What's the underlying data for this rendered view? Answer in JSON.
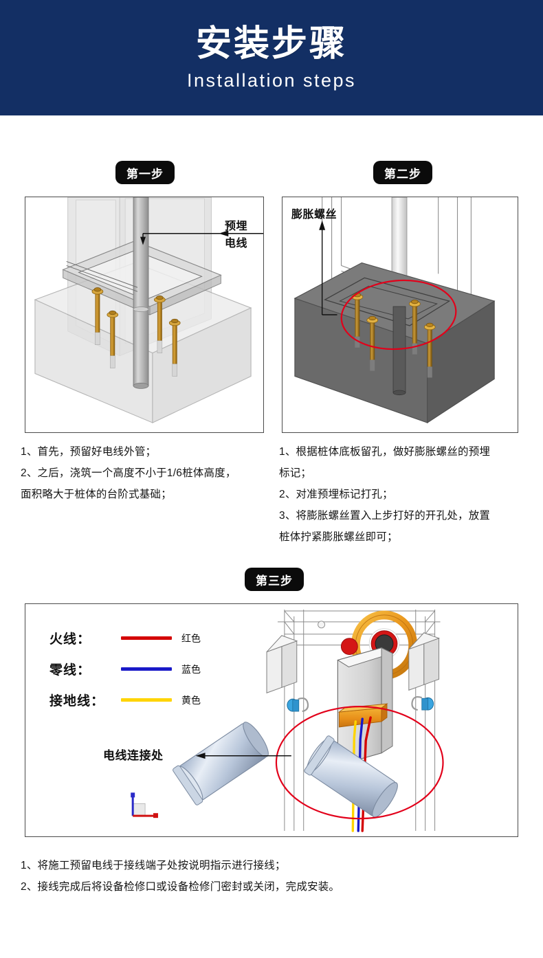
{
  "banner": {
    "title": "安装步骤",
    "subtitle": "Installation steps",
    "bg_color": "#132F64",
    "text_color": "#FFFFFF"
  },
  "steps": [
    {
      "badge": "第一步",
      "diagram_label": "预埋\n电线",
      "diagram_label_line1": "预埋",
      "diagram_label_line2": "电线",
      "caption_lines": [
        "1、首先，预留好电线外管；",
        "2、之后，浇筑一个高度不小于1/6桩体高度，",
        "面积略大于桩体的台阶式基础；"
      ]
    },
    {
      "badge": "第二步",
      "diagram_label": "膨胀螺丝",
      "caption_lines": [
        "1、根据桩体底板留孔，做好膨胀螺丝的预埋",
        "标记；",
        "2、对准预埋标记打孔；",
        "3、将膨胀螺丝置入上步打好的开孔处，放置",
        "桩体拧紧膨胀螺丝即可；"
      ]
    },
    {
      "badge": "第三步",
      "diagram_label": "电线连接处",
      "caption_lines": [
        "1、将施工预留电线于接线端子处按说明指示进行接线；",
        "2、接线完成后将设备检修口或设备检修门密封或关闭，完成安装。"
      ]
    }
  ],
  "legend": {
    "rows": [
      {
        "label": "火线：",
        "color_name": "红色",
        "color": "#D40000"
      },
      {
        "label": "零线：",
        "color_name": "蓝色",
        "color": "#1919C8"
      },
      {
        "label": "接地线：",
        "color_name": "黄色",
        "color": "#FFD400"
      }
    ]
  },
  "diagram_colors": {
    "bolt_gold": "#C9922B",
    "concrete_light": "#E2E2E2",
    "concrete_dark": "#6E6E6E",
    "highlight_ellipse": "#E2001A",
    "pipe_gray": "#BDBDBD",
    "terminal_orange": "#E8A317",
    "panel_border": "#4A4A4A"
  }
}
